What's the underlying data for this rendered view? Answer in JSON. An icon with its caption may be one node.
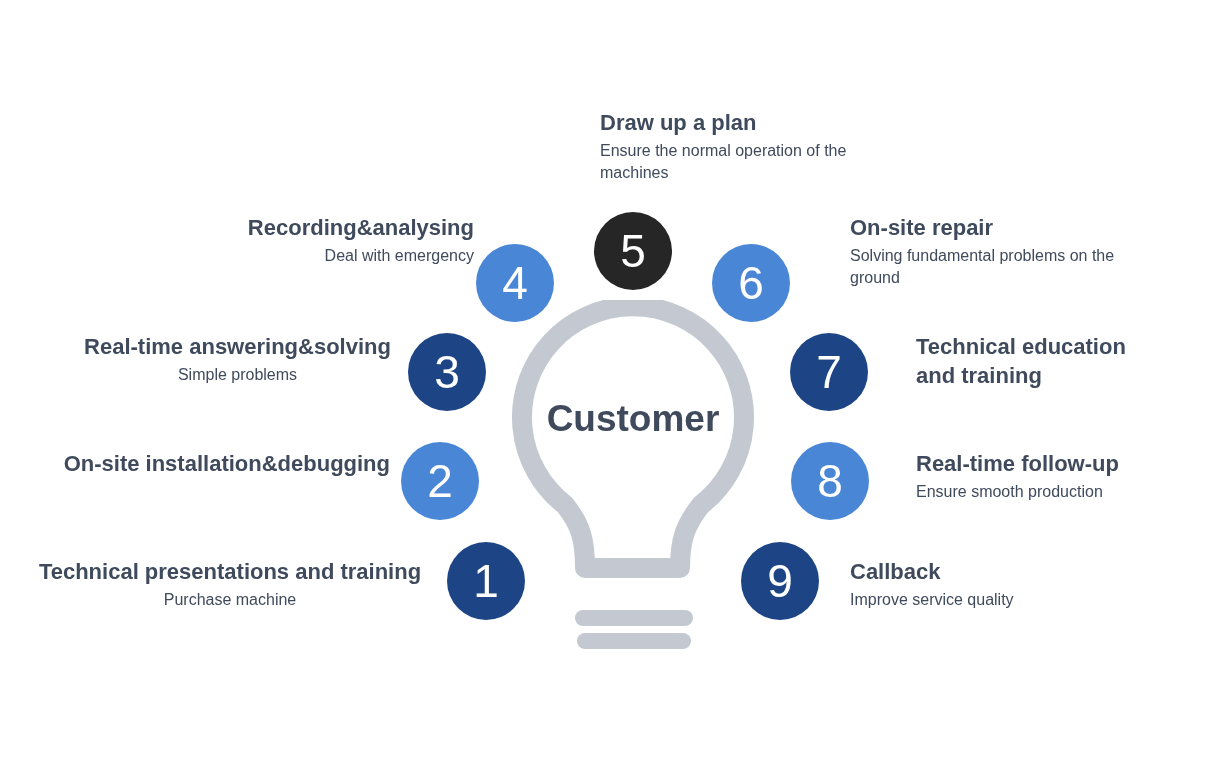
{
  "diagram": {
    "nodes": [
      {
        "text": [
          "Customer"
        ]
      },
      {
        "text": [
          "1"
        ],
        "beside": [
          "Technical presentations and training",
          "Purchase machine"
        ]
      },
      {
        "text": [
          "2"
        ],
        "beside": [
          "On-site installation&debugging"
        ]
      },
      {
        "text": [
          "3"
        ],
        "beside": [
          "Real-time answering&solving",
          "Simple problems"
        ]
      },
      {
        "text": [
          "4"
        ],
        "beside": [
          "Recording&analysing",
          "Deal with emergency"
        ]
      },
      {
        "text": [
          "5"
        ],
        "beside": [
          "Draw up a plan",
          "Ensure the normal operation of the machines"
        ]
      },
      {
        "text": [
          "6"
        ],
        "beside": [
          "On-site repair",
          "Solving fundamental problems on the ground"
        ]
      },
      {
        "text": [
          "7"
        ],
        "beside": [
          "Technical education and training"
        ]
      },
      {
        "text": [
          "8"
        ],
        "beside": [
          "Real-time follow-up",
          "Ensure smooth production"
        ]
      },
      {
        "text": [
          "9"
        ],
        "beside": [
          "Callback",
          "Improve service quality"
        ]
      }
    ]
  }
}
